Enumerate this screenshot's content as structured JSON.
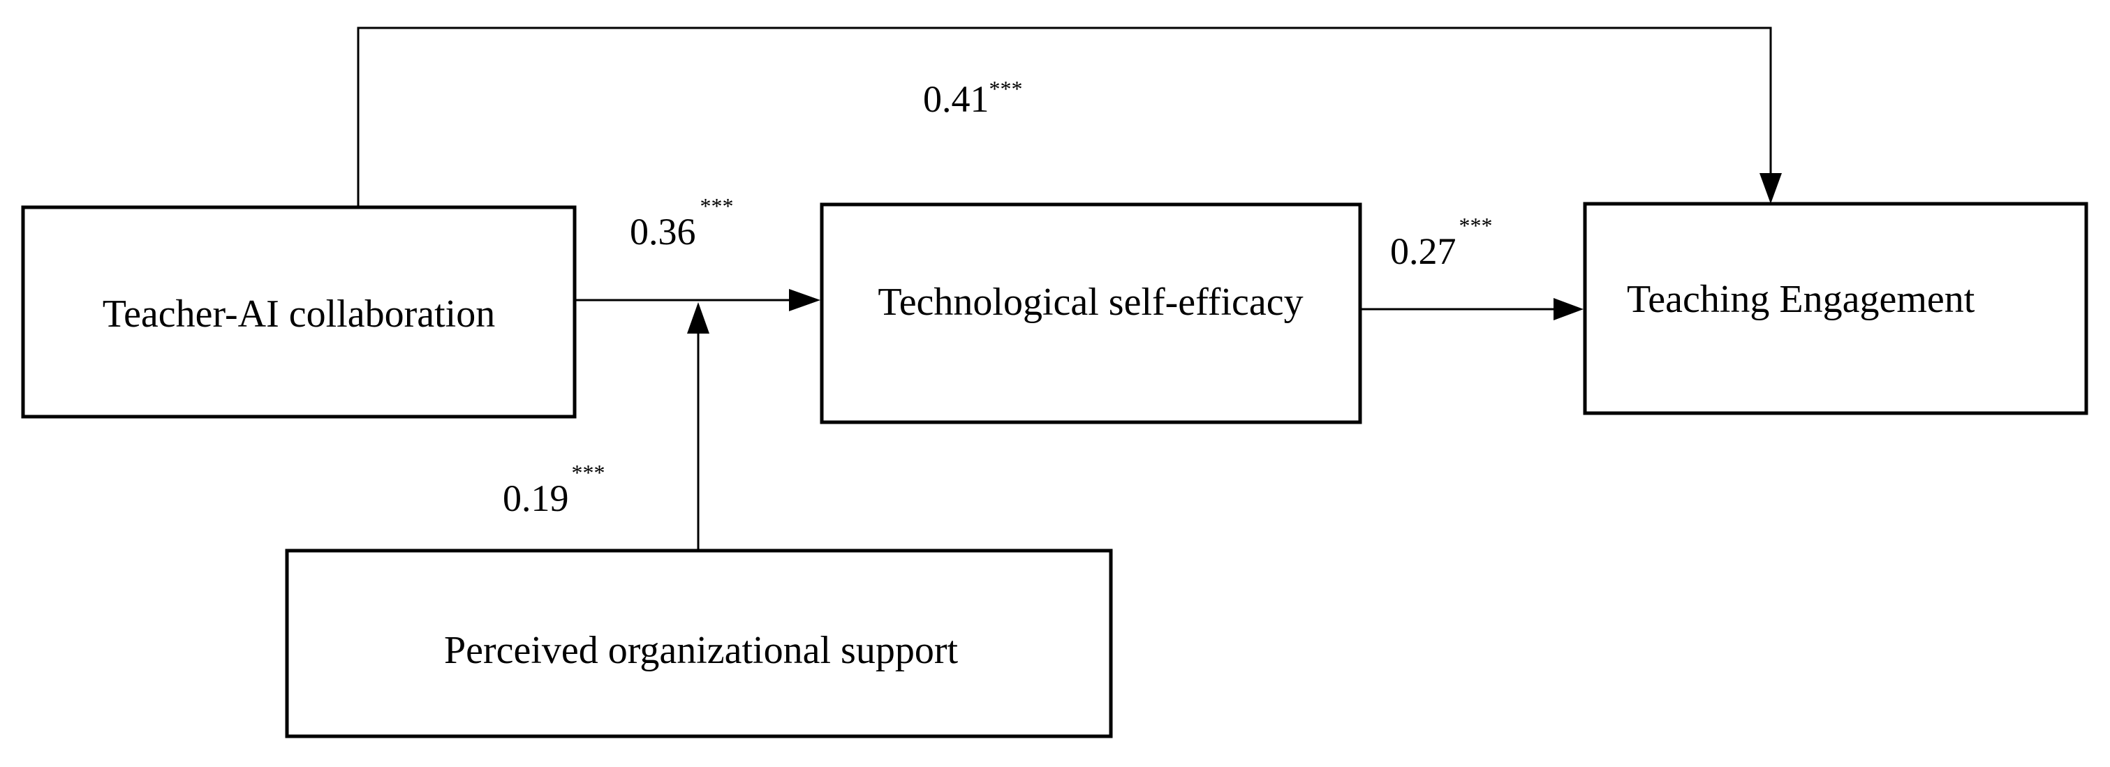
{
  "nodes": {
    "collaboration": "Teacher-AI collaboration",
    "self_efficacy": "Technological self-efficacy",
    "engagement": "Teaching Engagement",
    "support": "Perceived organizational support"
  },
  "paths": {
    "collaboration_to_engagement": {
      "coefficient": "0.41",
      "significance": "***"
    },
    "collaboration_to_self_efficacy": {
      "coefficient": "0.36",
      "significance": "***"
    },
    "self_efficacy_to_engagement": {
      "coefficient": "0.27",
      "significance": "***"
    },
    "support_moderation": {
      "coefficient": "0.19",
      "significance": "***"
    }
  }
}
